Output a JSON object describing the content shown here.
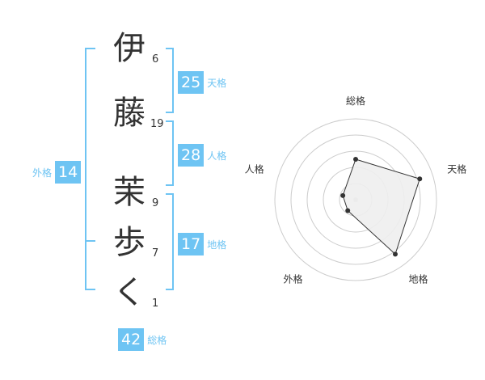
{
  "name_chars": [
    {
      "char": "伊",
      "strokes": "6"
    },
    {
      "char": "藤",
      "strokes": "19"
    },
    {
      "char": "茉",
      "strokes": "9"
    },
    {
      "char": "歩",
      "strokes": "7"
    },
    {
      "char": "く",
      "strokes": "1"
    }
  ],
  "kakus": {
    "tenkaku": {
      "value": "25",
      "label": "天格"
    },
    "jinkaku": {
      "value": "28",
      "label": "人格"
    },
    "chikaku": {
      "value": "17",
      "label": "地格"
    },
    "gaikaku": {
      "value": "14",
      "label": "外格"
    },
    "soukaku": {
      "value": "42",
      "label": "総格"
    }
  },
  "colors": {
    "accent": "#6ec4f3",
    "radar_fill": "#eeeeee",
    "radar_line": "#333333"
  },
  "chart_data": {
    "type": "radar",
    "axes": [
      "総格",
      "天格",
      "地格",
      "外格",
      "人格"
    ],
    "values": [
      3,
      5,
      5,
      1,
      1
    ],
    "max": 6
  }
}
